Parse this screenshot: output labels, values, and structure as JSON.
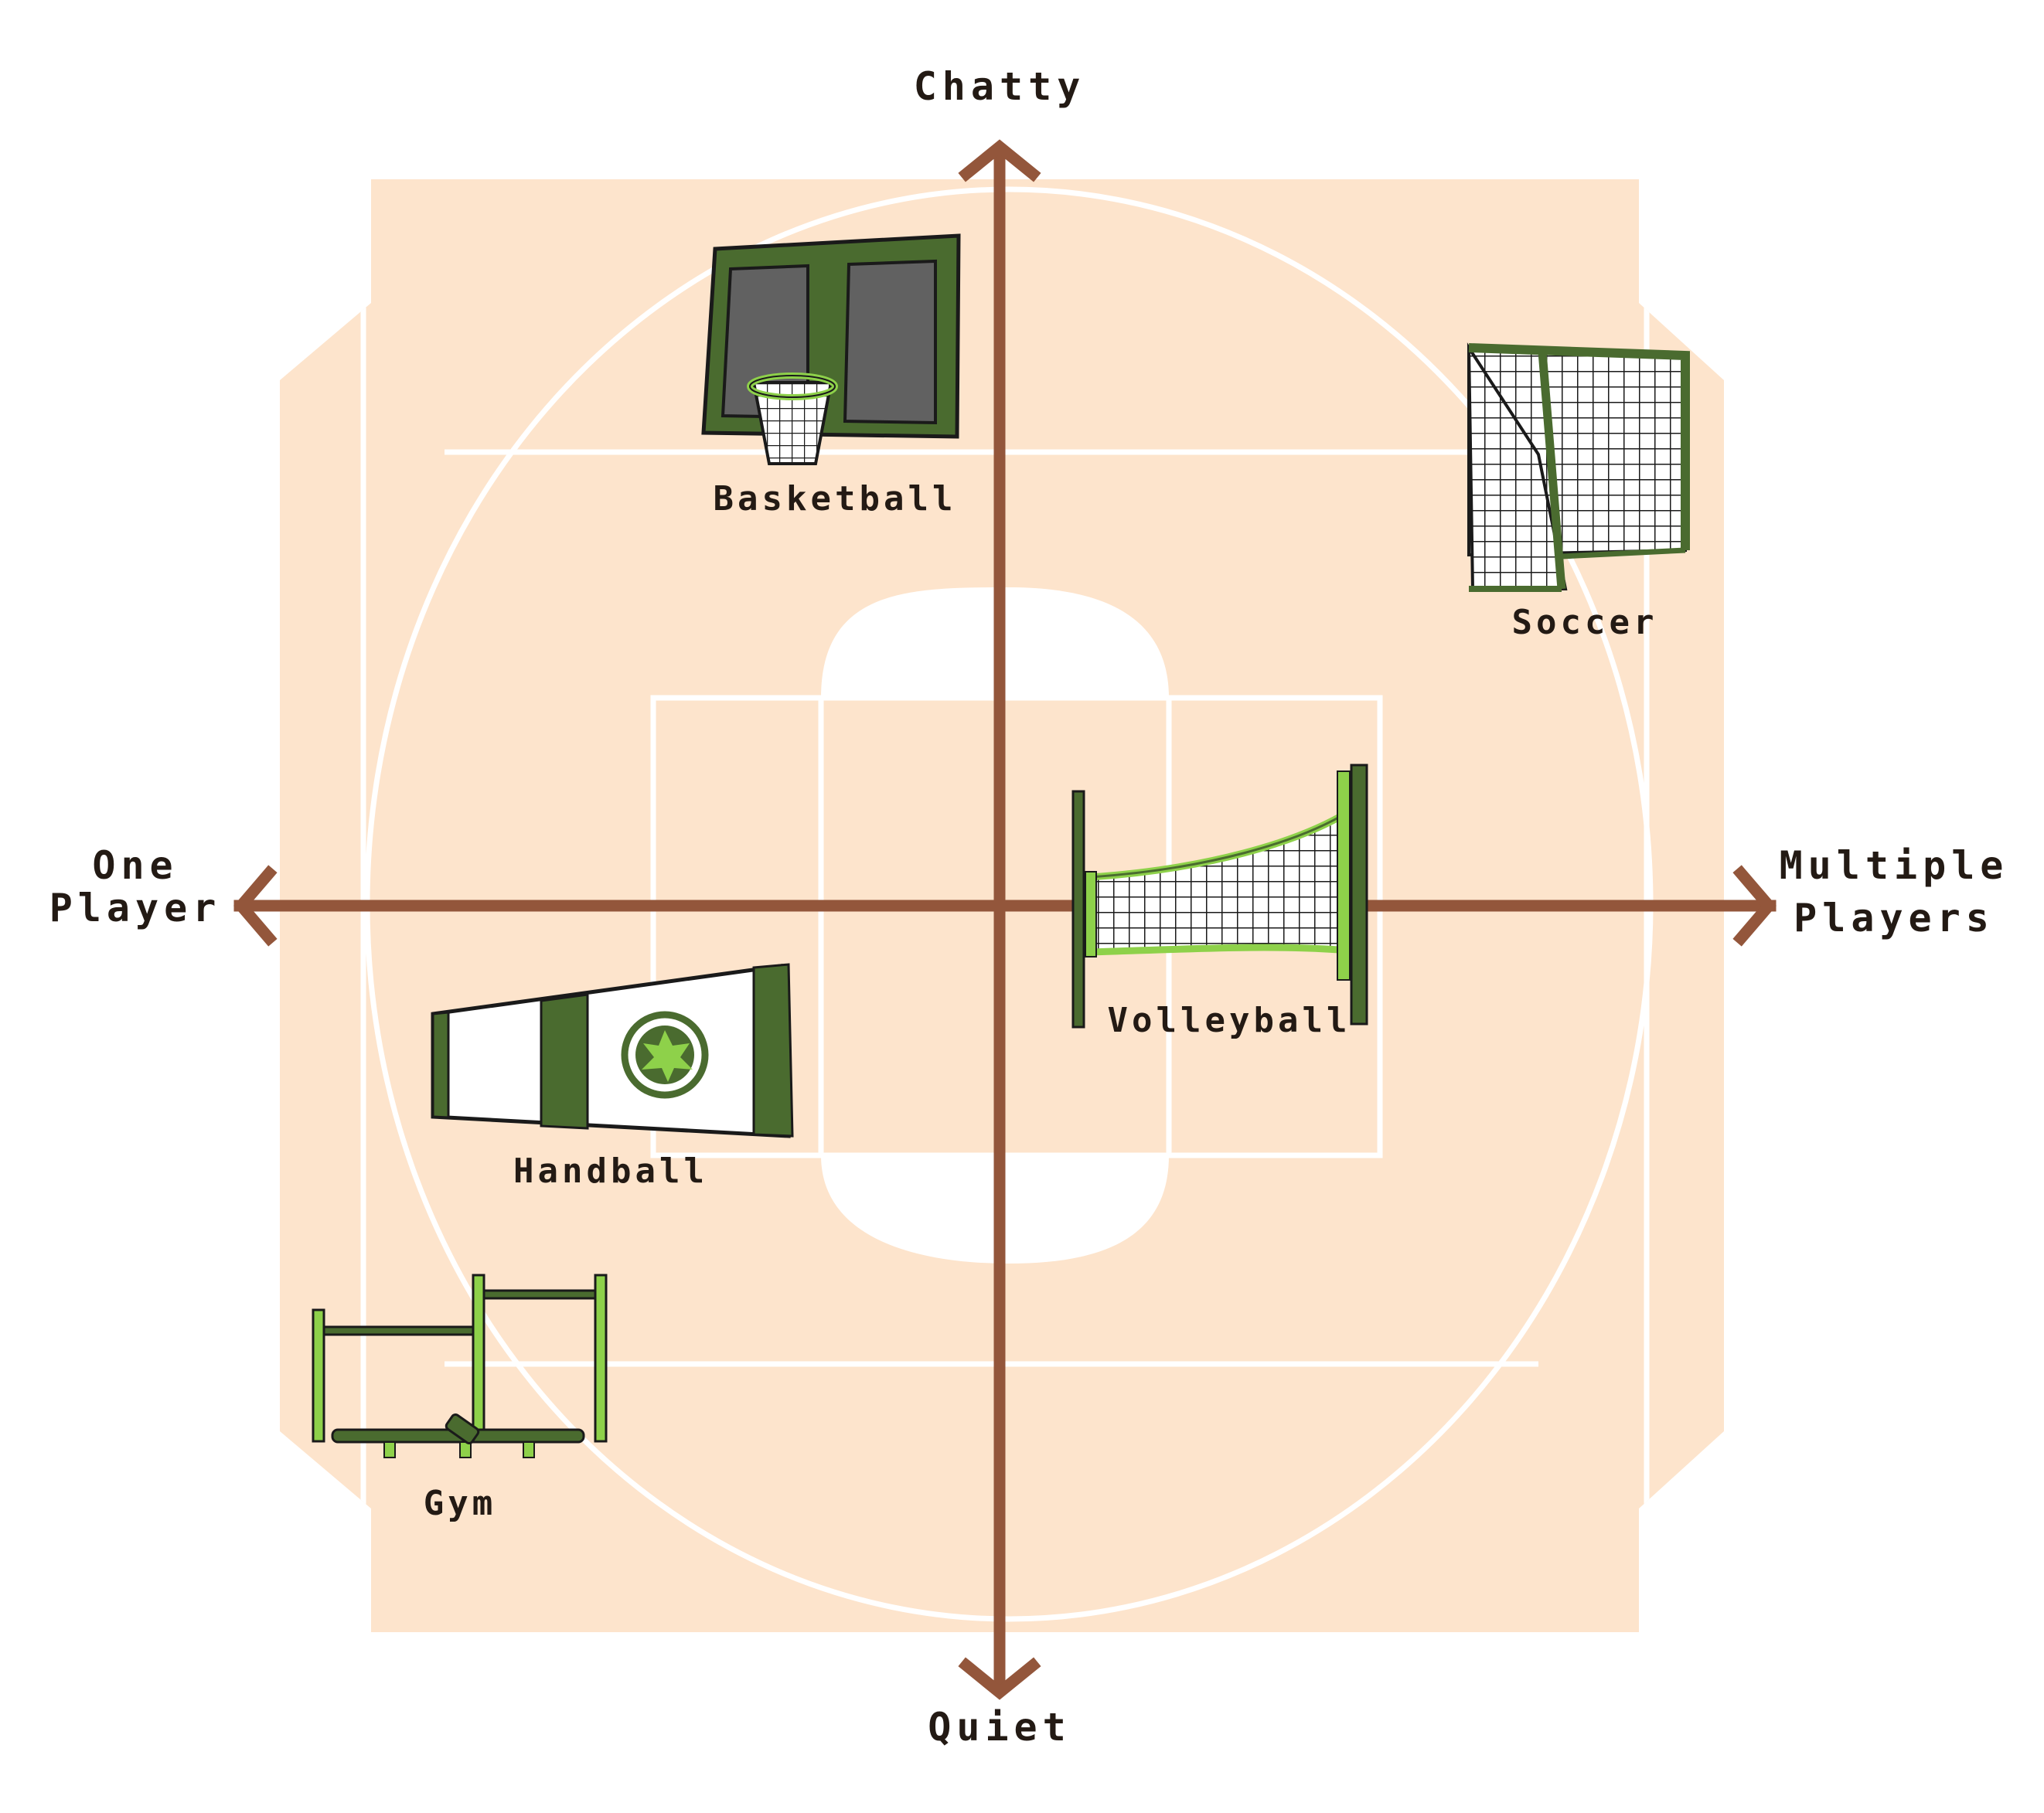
{
  "axes": {
    "top": "Chatty",
    "bottom": "Quiet",
    "left_line1": "One",
    "left_line2": "Player",
    "right_line1": "Multiple",
    "right_line2": "Players",
    "axis_color": "#93563b"
  },
  "court": {
    "fill": "#fde4cc",
    "line_color": "#ffffff"
  },
  "items": {
    "basketball": {
      "label": "Basketball",
      "icon": "basketball-hoop-icon"
    },
    "soccer": {
      "label": "Soccer",
      "icon": "soccer-goal-icon"
    },
    "volleyball": {
      "label": "Volleyball",
      "icon": "volleyball-net-icon"
    },
    "handball": {
      "label": "Handball",
      "icon": "handball-wall-icon"
    },
    "gym": {
      "label": "Gym",
      "icon": "gym-equipment-icon"
    }
  },
  "colors": {
    "dark_green": "#4a6b2f",
    "light_green": "#8ed14a",
    "gray": "#616161"
  }
}
